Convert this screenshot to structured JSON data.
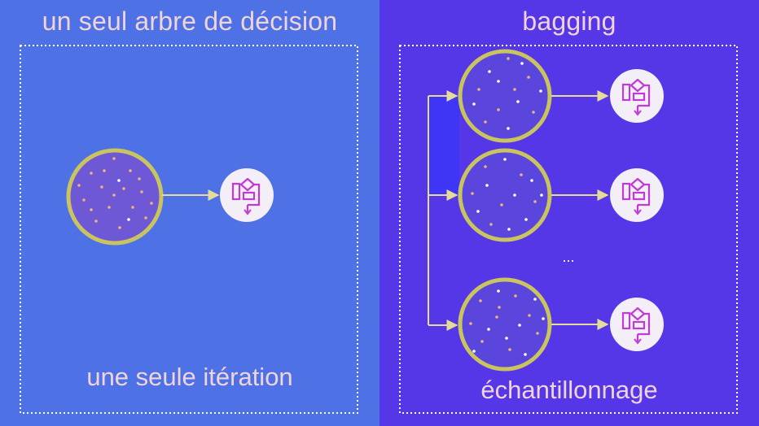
{
  "left_panel": {
    "title": "un seul arbre de décision",
    "caption": "une seule itération"
  },
  "right_panel": {
    "title": "bagging",
    "caption": "échantillonnage",
    "ellipsis": "..."
  },
  "icons": {
    "dataset": "sample-circle-icon",
    "tree": "decision-tree-flowchart-icon"
  },
  "colors": {
    "left_background": "#4e72e6",
    "right_background": "#5637e8",
    "sample_ring": "#c9c45e",
    "arrow": "#e6dc9a",
    "tree_icon": "#c03ad6",
    "text": "#efd4d9"
  }
}
